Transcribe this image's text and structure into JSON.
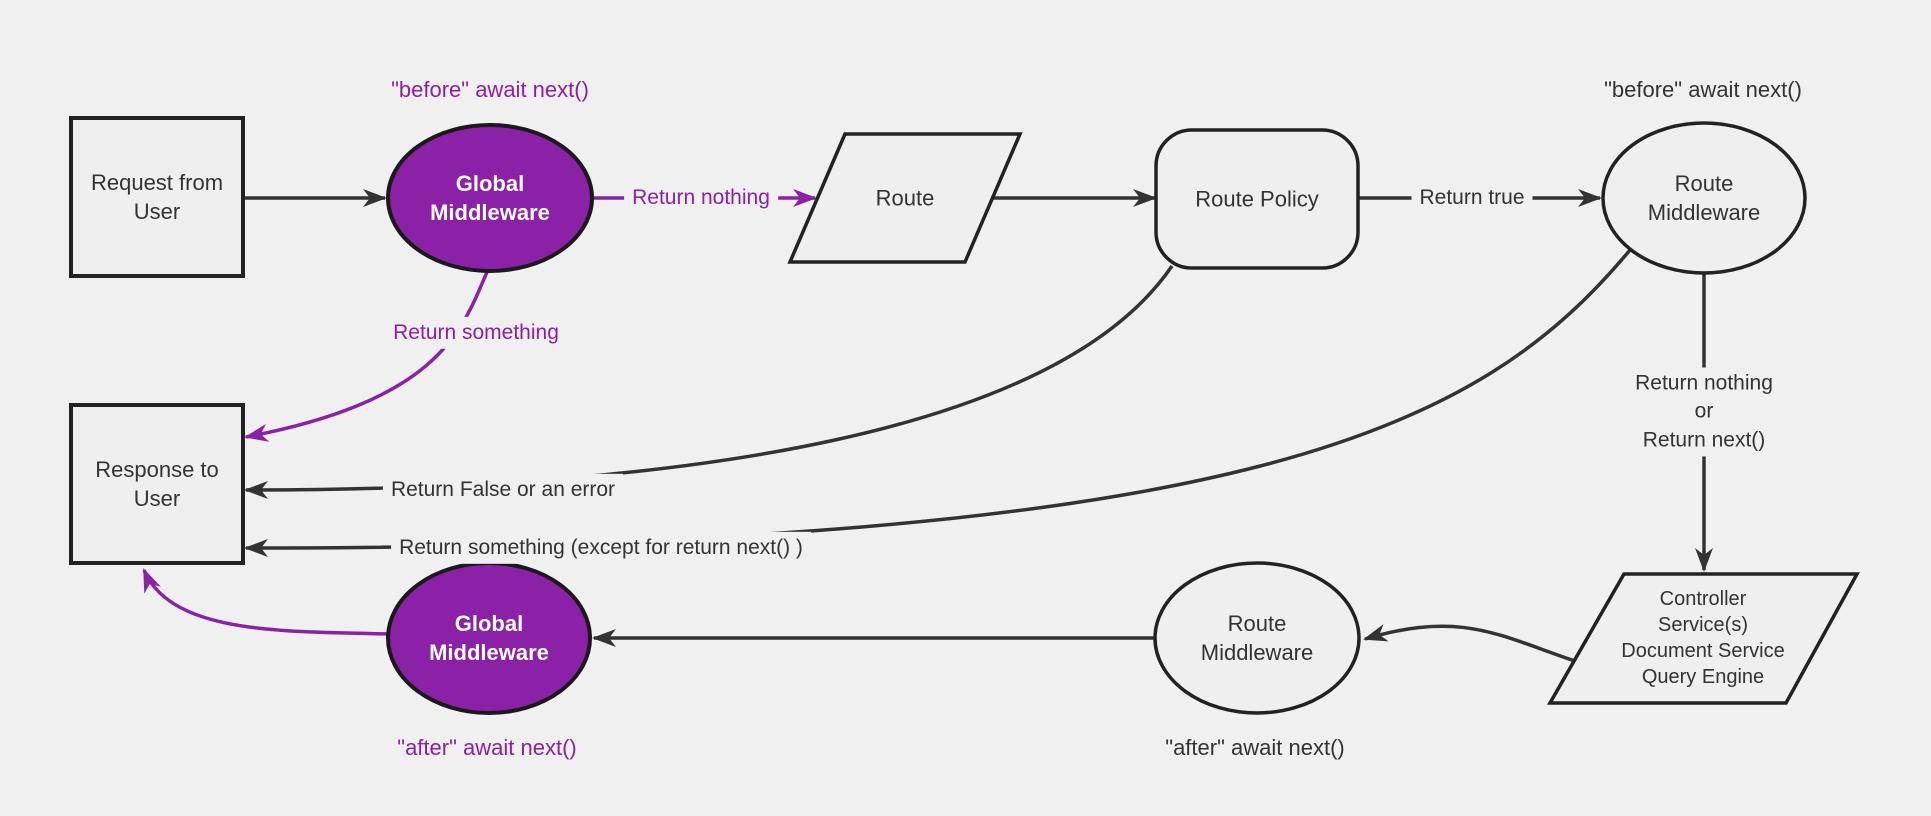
{
  "canvas": {
    "background": "#f0f0f0",
    "edge_color": "#333333",
    "accent_purple": "#8a21a6",
    "node_border": "#222222"
  },
  "nodes": {
    "request": {
      "label": "Request from\nUser",
      "shape": "rectangle"
    },
    "global_middleware_top": {
      "label": "Global\nMiddleware",
      "shape": "ellipse",
      "fill": "#8a21a6"
    },
    "route": {
      "label": "Route",
      "shape": "parallelogram"
    },
    "route_policy": {
      "label": "Route Policy",
      "shape": "rounded-rectangle"
    },
    "route_middleware_top": {
      "label": "Route\nMiddleware",
      "shape": "ellipse"
    },
    "controller_stack": {
      "label": "Controller\nService(s)\nDocument Service\nQuery Engine",
      "shape": "parallelogram"
    },
    "route_middleware_bottom": {
      "label": "Route\nMiddleware",
      "shape": "ellipse"
    },
    "global_middleware_bottom": {
      "label": "Global\nMiddleware",
      "shape": "ellipse",
      "fill": "#8a21a6"
    },
    "response": {
      "label": "Response to\nUser",
      "shape": "rectangle"
    }
  },
  "edge_labels": {
    "before_await_next_global": "\"before\" await next()",
    "return_nothing": "Return nothing",
    "return_true": "Return true",
    "before_await_next_route": "\"before\" await next()",
    "return_nothing_or_return_next": "Return nothing\nor\nReturn next()",
    "after_await_next_route": "\"after\" await next()",
    "after_await_next_global": "\"after\" await next()",
    "return_something": "Return something",
    "return_false_or_error": "Return False or an error",
    "return_something_except": "Return something (except for return next() )"
  }
}
